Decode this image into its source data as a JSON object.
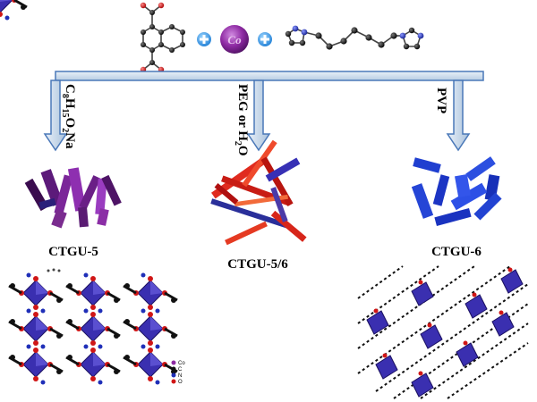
{
  "reactants": {
    "ligand_1": "naphthalene-1,4-dicarboxylic acid",
    "metal": "Co",
    "ligand_2": "bis(imidazolyl) alkane linker",
    "plus_symbol": "+"
  },
  "branches": {
    "left": {
      "additive_main": "C",
      "additive_sub1": "8",
      "additive_mid": "H",
      "additive_sub2": "15",
      "additive_mid2": "O",
      "additive_sub3": "2",
      "additive_end": "Na",
      "product": "CTGU-5"
    },
    "middle": {
      "additive_main": "PEG or H",
      "additive_sub": "2",
      "additive_end": "O",
      "product": "CTGU-5/6"
    },
    "right": {
      "additive": "PVP",
      "product": "CTGU-6"
    }
  },
  "legend": {
    "items": [
      {
        "symbol": "Co",
        "color": "#8e2aa3"
      },
      {
        "symbol": "C",
        "color": "#111111"
      },
      {
        "symbol": "N",
        "color": "#1f2fb8"
      },
      {
        "symbol": "O",
        "color": "#d01616"
      }
    ]
  },
  "colors": {
    "arrow_fill": "#c9d9ea",
    "arrow_stroke": "#4a78b8",
    "cobalt": "#8e2aa3",
    "crystal_purple": "#6a1f86",
    "crystal_red": "#d8231c",
    "crystal_blue": "#1f3fd0",
    "polyhedron": "#3a2fb0"
  }
}
